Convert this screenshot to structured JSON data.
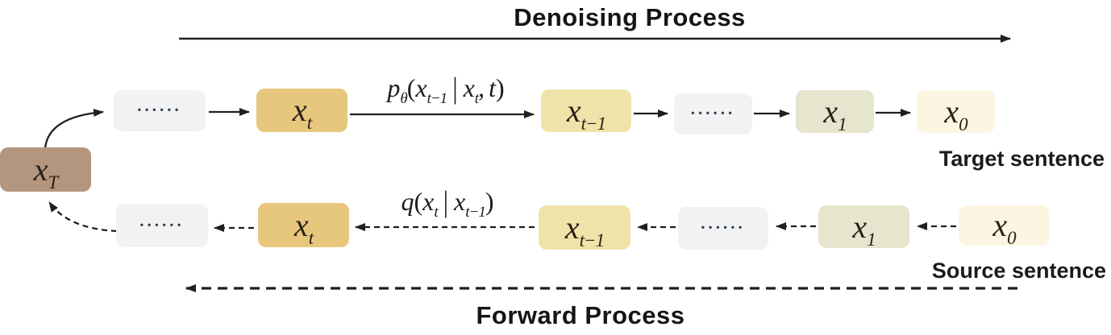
{
  "titles": {
    "denoising": "Denoising Process",
    "forward": "Forward Process"
  },
  "captions": {
    "target": "Target sentence",
    "source": "Source sentence"
  },
  "nodes": {
    "xT": {
      "base": "x",
      "sub": "T"
    },
    "xt": {
      "base": "x",
      "sub": "t"
    },
    "xt1": {
      "base": "x",
      "sub": "t−1"
    },
    "x1": {
      "base": "x",
      "sub": "1"
    },
    "x0": {
      "base": "x",
      "sub": "0"
    },
    "dots": "......"
  },
  "formulas": {
    "denoise": {
      "fn": "p",
      "fn_sub": "θ",
      "open": "(",
      "arg1": "x",
      "arg1_sub": "t−1",
      "bar": "|",
      "arg2": "x",
      "arg2_sub": "t",
      "comma": ",",
      "arg3": "t",
      "close": ")"
    },
    "forward": {
      "fn": "q",
      "open": "(",
      "arg1": "x",
      "arg1_sub": "t",
      "bar": "|",
      "arg2": "x",
      "arg2_sub": "t−1",
      "close": ")"
    }
  },
  "colors": {
    "box-xT": "#b4967f",
    "box-xt": "#e7c77d",
    "box-xt1": "#efe3aa",
    "box-x1": "#e6e5cd",
    "box-x0": "#fbf5e2",
    "box-dots": "#f0f2f4",
    "ink": "#1f1f1f",
    "label": "#2a2118"
  }
}
